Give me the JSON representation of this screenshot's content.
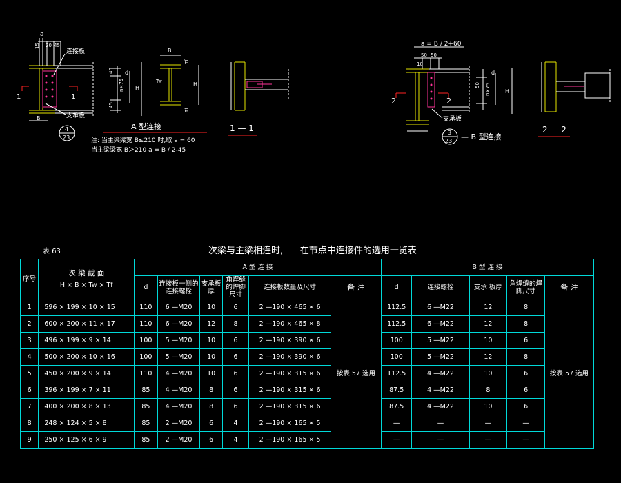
{
  "drawing": {
    "detailA": {
      "dim_a": "a",
      "dim_top": [
        "15",
        "20",
        "45"
      ],
      "connect_plate": "连接板",
      "support_plate": "支承板",
      "dims_vert": [
        "40",
        "n×75",
        "45"
      ],
      "dim_d": "d",
      "dim_H": "H",
      "dim_B": "B",
      "section_mark_1": "1",
      "symbol_top": "4",
      "symbol_bottom": "23",
      "caption": "A  型连接",
      "note_line1": "注: 当主梁梁宽  B≤210  时,取  a = 60",
      "note_line2": "当主梁梁宽  B＞210         a = B / 2-45"
    },
    "sectionI": {
      "dim_B": "B",
      "dim_Tf": "Tf",
      "dim_Tw": "Tw",
      "dim_H": "H"
    },
    "section11": {
      "label": "1 — 1"
    },
    "detailB": {
      "dim_a": "a = B / 2+60",
      "dim_top": [
        "50",
        "50",
        "10"
      ],
      "dims_vert": [
        "50",
        "n×75"
      ],
      "dim_d": "d",
      "dim_H": "H",
      "support_plate": "支承板",
      "section_mark_2": "2",
      "symbol_top": "3",
      "symbol_bottom": "23",
      "caption": "— B  型连接"
    },
    "section22": {
      "label": "2 — 2"
    }
  },
  "table": {
    "number": "表  63",
    "title": "次梁与主梁相连时,      在节点中连接件的选用一览表",
    "head": {
      "seq": "序号",
      "section": "次 梁 截 面",
      "section_sub": "H × B × Tw × Tf",
      "groupA": "A    型 连 接",
      "groupB": "B    型 连 接",
      "a_d": "d",
      "a_bolts": "连接板一侧的连接螺栓",
      "a_support": "支承板厚",
      "a_weld": "角焊缝的焊脚尺寸",
      "a_plate": "连接板数量及尺寸",
      "a_note": "备 注",
      "b_d": "d",
      "b_bolts": "连接螺栓",
      "b_support": "支承 板厚",
      "b_weld": "角焊缝的焊脚尺寸",
      "b_note": "备 注"
    },
    "noteA": "按表 57 选用",
    "noteB": "按表 57 选用",
    "rows": [
      {
        "seq": "1",
        "section": "596  × 199  × 10  × 15",
        "ad": "110",
        "abolt": "6 —M20",
        "asup": "10",
        "aweld": "6",
        "aplate": "2 —190  × 465  × 6",
        "bd": "112.5",
        "bbolt": "6 —M22",
        "bsup": "12",
        "bweld": "8"
      },
      {
        "seq": "2",
        "section": "600  × 200  × 11  × 17",
        "ad": "110",
        "abolt": "6 —M20",
        "asup": "12",
        "aweld": "8",
        "aplate": "2 —190  × 465  × 8",
        "bd": "112.5",
        "bbolt": "6 —M22",
        "bsup": "12",
        "bweld": "8"
      },
      {
        "seq": "3",
        "section": "496  × 199  ×  9  × 14",
        "ad": "100",
        "abolt": "5 —M20",
        "asup": "10",
        "aweld": "6",
        "aplate": "2 —190  × 390  × 6",
        "bd": "100",
        "bbolt": "5 —M22",
        "bsup": "10",
        "bweld": "6"
      },
      {
        "seq": "4",
        "section": "500  × 200  × 10  × 16",
        "ad": "100",
        "abolt": "5 —M20",
        "asup": "10",
        "aweld": "6",
        "aplate": "2 —190  × 390  × 6",
        "bd": "100",
        "bbolt": "5 —M22",
        "bsup": "12",
        "bweld": "8"
      },
      {
        "seq": "5",
        "section": "450  × 200  ×  9  × 14",
        "ad": "110",
        "abolt": "4 —M20",
        "asup": "10",
        "aweld": "6",
        "aplate": "2 —190  × 315  × 6",
        "bd": "112.5",
        "bbolt": "4 —M22",
        "bsup": "10",
        "bweld": "6"
      },
      {
        "seq": "6",
        "section": "396  × 199  ×  7  × 11",
        "ad": "85",
        "abolt": "4 —M20",
        "asup": "8",
        "aweld": "6",
        "aplate": "2 —190  × 315  × 6",
        "bd": "87.5",
        "bbolt": "4 —M22",
        "bsup": "8",
        "bweld": "6"
      },
      {
        "seq": "7",
        "section": "400  × 200  ×  8  × 13",
        "ad": "85",
        "abolt": "4 —M20",
        "asup": "8",
        "aweld": "6",
        "aplate": "2 —190  × 315  × 6",
        "bd": "87.5",
        "bbolt": "4 —M22",
        "bsup": "10",
        "bweld": "6"
      },
      {
        "seq": "8",
        "section": "248  × 124  ×  5  ×  8",
        "ad": "85",
        "abolt": "2 —M20",
        "asup": "6",
        "aweld": "4",
        "aplate": "2 —190  × 165  × 5",
        "bd": "—",
        "bbolt": "—",
        "bsup": "—",
        "bweld": "—"
      },
      {
        "seq": "9",
        "section": "250  × 125  ×  6  ×  9",
        "ad": "85",
        "abolt": "2 —M20",
        "asup": "6",
        "aweld": "4",
        "aplate": "2 —190  × 165  × 5",
        "bd": "—",
        "bbolt": "—",
        "bsup": "—",
        "bweld": "—"
      }
    ]
  }
}
